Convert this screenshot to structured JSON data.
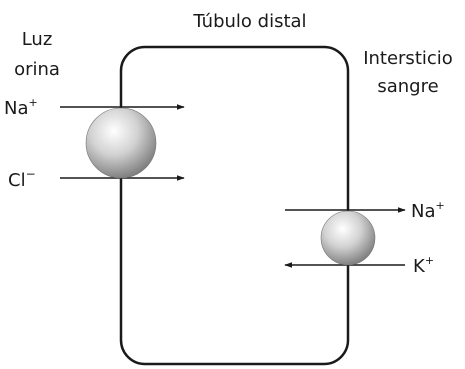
{
  "diagram": {
    "title": "Túbulo distal",
    "left_label": {
      "line1": "Luz",
      "line2": "orina"
    },
    "right_label": {
      "line1": "Intersticio",
      "line2": "sangre"
    },
    "ions": {
      "na_left": {
        "base": "Na",
        "sup": "+"
      },
      "cl_left": {
        "base": "Cl",
        "sup": "−"
      },
      "na_right": {
        "base": "Na",
        "sup": "+"
      },
      "k_right": {
        "base": "K",
        "sup": "+"
      }
    },
    "colors": {
      "line": "#1a1a1a",
      "sphere_light": "#ffffff",
      "sphere_mid": "#c9c9c9",
      "sphere_dark": "#6f6f6f"
    }
  }
}
